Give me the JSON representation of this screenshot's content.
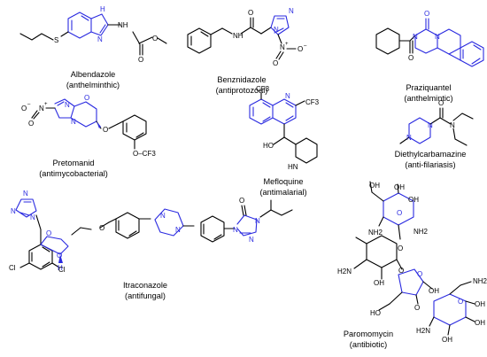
{
  "colors": {
    "scaffold": "#2a2ae0",
    "bond": "#000000",
    "background": "#ffffff"
  },
  "compounds": [
    {
      "name": "Albendazole",
      "activity": "(anthelminthic)"
    },
    {
      "name": "Benznidazole",
      "activity": "(antiprotozoal)"
    },
    {
      "name": "Praziquantel",
      "activity": "(anthelmintic)"
    },
    {
      "name": "Pretomanid",
      "activity": "(antimycobacterial)"
    },
    {
      "name": "Mefloquine",
      "activity": "(antimalarial)"
    },
    {
      "name": "Diethylcarbamazine",
      "activity": "(anti-filariasis)"
    },
    {
      "name": "Itraconazole",
      "activity": "(antifungal)"
    },
    {
      "name": "Paromomycin",
      "activity": "(antibiotic)"
    }
  ],
  "atoms": {
    "H": "H",
    "N": "N",
    "O": "O",
    "S": "S",
    "NH": "NH",
    "HN": "HN",
    "CF3": "CF3",
    "OCF3": "O–CF3",
    "HO": "HO",
    "OH": "OH",
    "NH2": "NH2",
    "H2N": "H2N",
    "Cl": "Cl",
    "nitro_plus": "+",
    "nitro_minus": "–"
  }
}
